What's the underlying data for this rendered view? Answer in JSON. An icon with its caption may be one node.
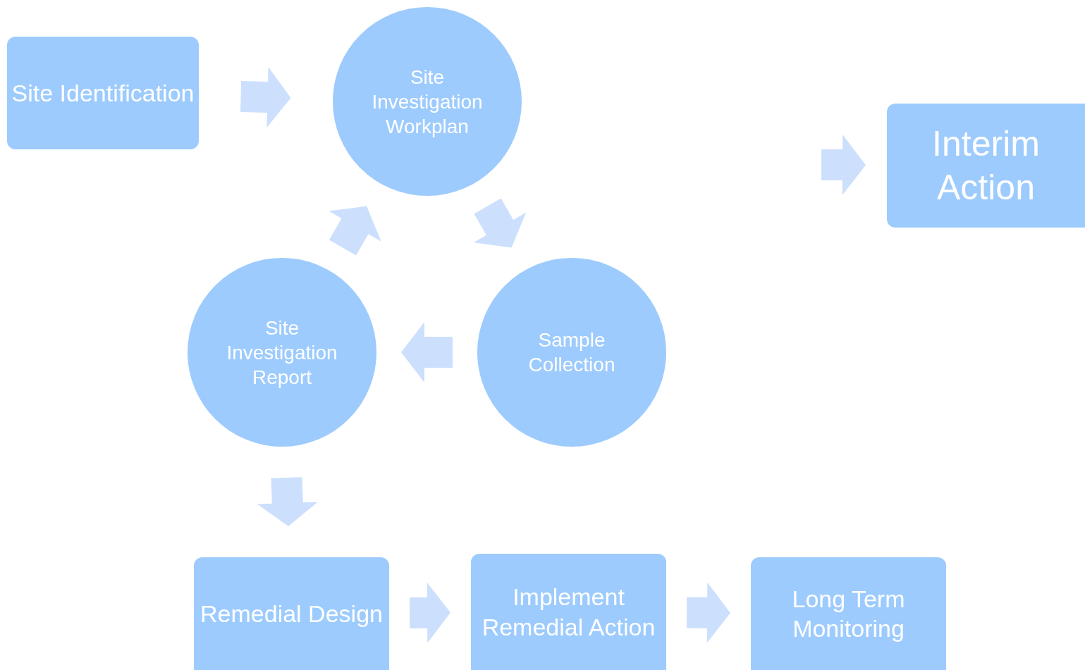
{
  "diagram": {
    "nodes": [
      {
        "text": [
          "Site Identification"
        ]
      },
      {
        "text": [
          "Site Investigation Workplan"
        ]
      },
      {
        "text": [
          "Sample Collection"
        ]
      },
      {
        "text": [
          "Site Investigation Report"
        ]
      },
      {
        "text": [
          "Interim Action"
        ]
      },
      {
        "text": [
          "Remedial Design"
        ]
      },
      {
        "text": [
          "Implement Remedial Action"
        ]
      },
      {
        "text": [
          "Long Term Monitoring"
        ]
      }
    ],
    "edges": [
      {
        "from": 0,
        "to": 1,
        "arrow": "to"
      },
      {
        "from": 1,
        "to": 2,
        "arrow": "to"
      },
      {
        "from": 2,
        "to": 3,
        "arrow": "to"
      },
      {
        "from": 3,
        "to": 1,
        "arrow": "to"
      },
      {
        "from": 3,
        "to": 5,
        "arrow": "to"
      },
      {
        "from": 5,
        "to": 6,
        "arrow": "to"
      },
      {
        "from": 6,
        "to": 7,
        "arrow": "to"
      },
      {
        "from": null,
        "to": 4,
        "arrow": "to"
      }
    ]
  }
}
